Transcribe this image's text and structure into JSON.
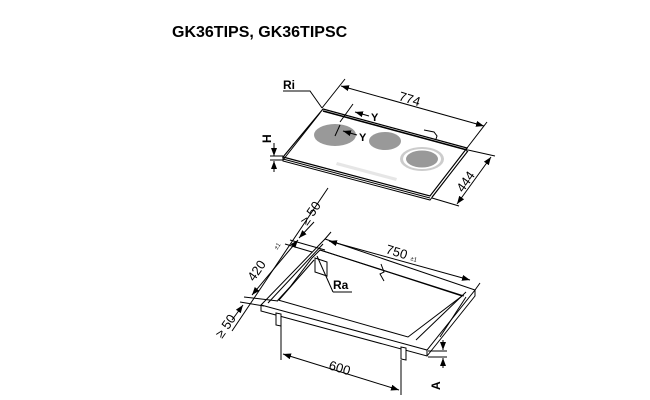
{
  "title": "GK36TIPS, GK36TIPSC",
  "hob": {
    "label_ri": "Ri",
    "label_h": "H",
    "label_y1": "Y",
    "label_y2": "Y",
    "dim_width": "774",
    "dim_depth": "444"
  },
  "cutout": {
    "dim_width": "750",
    "dim_width_tol": "±1",
    "dim_depth": "420",
    "dim_depth_tol": "±1",
    "dim_clear_back": "≥ 50",
    "dim_clear_front": "≥ 50",
    "dim_cabinet": "600",
    "label_ra": "Ra",
    "label_a": "A"
  },
  "colors": {
    "burner": "#999999",
    "ring": "#cccccc",
    "lightbar": "#e6e6e6"
  }
}
